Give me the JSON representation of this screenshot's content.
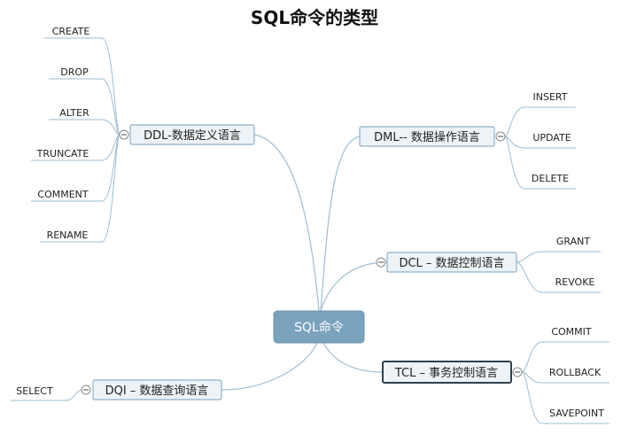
{
  "title": "SQL命令的类型",
  "root": {
    "label": "SQL命令"
  },
  "categories": [
    {
      "id": "ddl",
      "label": "DDL-数据定义语言",
      "items": [
        "CREATE",
        "DROP",
        "ALTER",
        "TRUNCATE",
        "COMMENT",
        "RENAME"
      ]
    },
    {
      "id": "dml",
      "label": "DML-- 数据操作语言",
      "items": [
        "INSERT",
        "UPDATE",
        "DELETE"
      ]
    },
    {
      "id": "dcl",
      "label": "DCL – 数据控制语言",
      "items": [
        "GRANT",
        "REVOKE"
      ]
    },
    {
      "id": "tcl",
      "label": "TCL – 事务控制语言",
      "items": [
        "COMMIT",
        "ROLLBACK",
        "SAVEPOINT"
      ]
    },
    {
      "id": "dqi",
      "label": "DQI – 数据查询语言",
      "items": [
        "SELECT"
      ]
    }
  ],
  "colors": {
    "node_fill": "#eef3f7",
    "node_border": "#8fb0c7",
    "root_fill": "#7aa2bd",
    "connector": "#9fbdd0"
  }
}
